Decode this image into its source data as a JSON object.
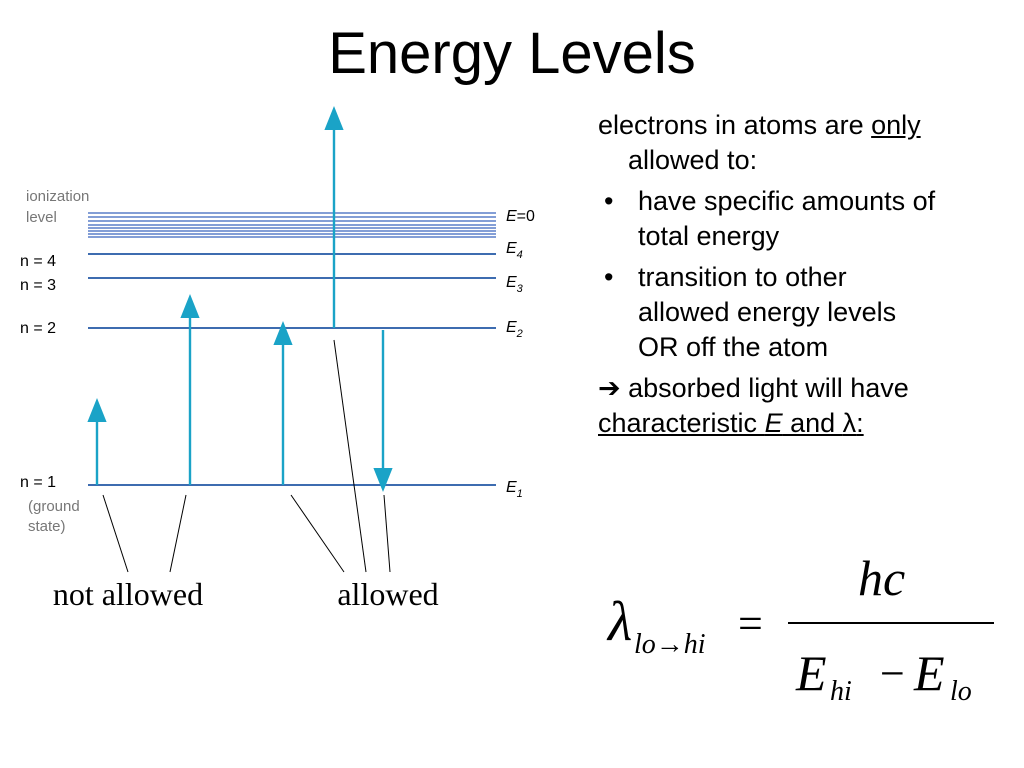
{
  "title": "Energy Levels",
  "diagram": {
    "ionization_label_line1": "ionization",
    "ionization_label_line2": "level",
    "levels_left": [
      "n = 4",
      "n = 3",
      "n = 2",
      "n = 1"
    ],
    "ground_state_line1": "(ground",
    "ground_state_line2": "state)",
    "energy_labels": {
      "e0_symbol": "E",
      "e0_value": "=0",
      "e4_symbol": "E",
      "e4_sub": "4",
      "e3_symbol": "E",
      "e3_sub": "3",
      "e2_symbol": "E",
      "e2_sub": "2",
      "e1_symbol": "E",
      "e1_sub": "1"
    },
    "annotation_not_allowed": "not allowed",
    "annotation_allowed": "allowed",
    "colors": {
      "level_line": "#3d6cb0",
      "arrow": "#1aa3c7",
      "ionization_band": "#5a7fc8"
    }
  },
  "side": {
    "intro_a": "electrons in atoms are ",
    "intro_only": "only",
    "intro_b": "allowed to:",
    "bullet_char": "•",
    "bullet1_line1": "have specific amounts of",
    "bullet1_line2": "total energy",
    "bullet2_line1": "transition to other",
    "bullet2_line2": "allowed energy levels",
    "bullet2_line3": "OR off the atom",
    "arrow_char": "➔",
    "conclusion_line1": " absorbed light will have",
    "conclusion_characteristic": "characteristic ",
    "conclusion_E": "E",
    "conclusion_and": " and ",
    "conclusion_lambda": "λ",
    "conclusion_colon": ":"
  },
  "formula": {
    "lambda": "λ",
    "lambda_sub": "lo→hi",
    "equals": "=",
    "numerator": "hc",
    "E_hi_symbol": "E",
    "E_hi_sub": "hi",
    "minus": "−",
    "E_lo_symbol": "E",
    "E_lo_sub": "lo"
  }
}
